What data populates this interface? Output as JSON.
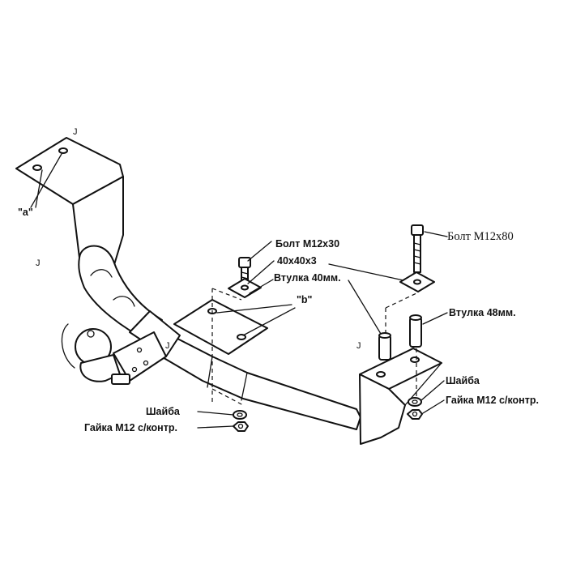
{
  "labels": {
    "a": "\"a\"",
    "b": "\"b\"",
    "bolt_m12x30": "Болт М12х30",
    "bolt_m12x80": "Болт М12х80",
    "plate_40x40x3": "40х40х3",
    "sleeve_40": "Втулка 40мм.",
    "sleeve_48": "Втулка 48мм.",
    "washer_left": "Шайба",
    "nut_left": "Гайка М12 с/контр.",
    "washer_right": "Шайба",
    "nut_right": "Гайка М12 с/контр."
  },
  "marks": {
    "j1": "J",
    "j2": "J",
    "j3": "J",
    "j4": "J"
  }
}
